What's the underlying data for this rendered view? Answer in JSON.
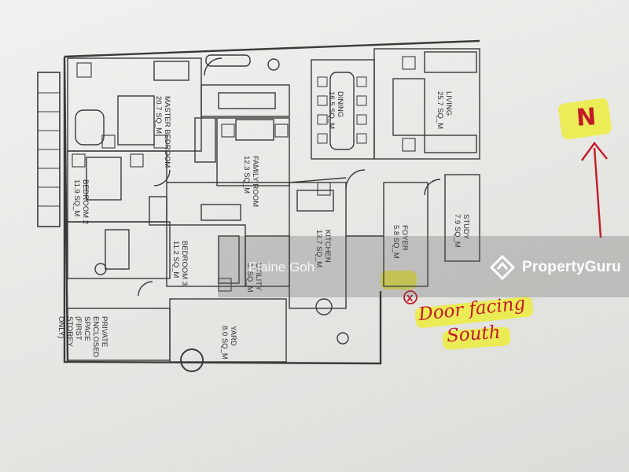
{
  "rooms": [
    {
      "name": "MASTER BEDROOM",
      "area": "20.7 SQ_M"
    },
    {
      "name": "BEDROOM 2",
      "area": "11.9 SQ_M"
    },
    {
      "name": "BEDROOM 3",
      "area": "11.2 SQ_M"
    },
    {
      "name": "FAMILY ROOM",
      "area": "12.3 SQ_M"
    },
    {
      "name": "DINING",
      "area": "16.5 SQ_M"
    },
    {
      "name": "LIVING",
      "area": "25.7 SQ_M"
    },
    {
      "name": "KITCHEN",
      "area": "13.7 SQ_M"
    },
    {
      "name": "FOYER",
      "area": "5.8 SQ_M"
    },
    {
      "name": "STUDY",
      "area": "7.9 SQ_M"
    },
    {
      "name": "UTILITY",
      "area": "3. SQ_M"
    },
    {
      "name": "YARD",
      "area": "8.0 SQ_M"
    }
  ],
  "private_space": [
    "PRIVATE",
    "ENCLOSED",
    "SPACE",
    "(FIRST",
    "STOREY",
    "ONLY)"
  ],
  "annotations": {
    "north_label": "N",
    "door_marker": "X",
    "door_note_line1": "Door facing",
    "door_note_line2": "South",
    "annotation_color": "#c21a28",
    "highlight_color": "#eeee28"
  },
  "watermark": {
    "brand": "PropertyGuru",
    "author": "Elaine Goh"
  }
}
